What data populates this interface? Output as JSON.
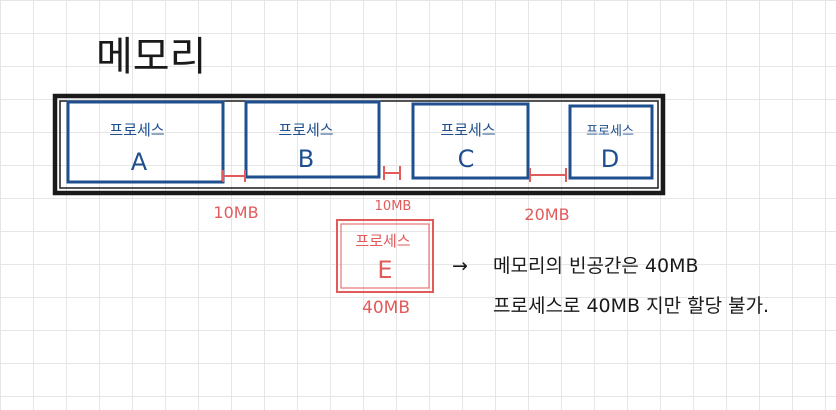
{
  "title": "메모리",
  "processes": [
    {
      "label": "프로세스",
      "name": "A"
    },
    {
      "label": "프로세스",
      "name": "B"
    },
    {
      "label": "프로세스",
      "name": "C"
    },
    {
      "label": "프로세스",
      "name": "D"
    }
  ],
  "gaps": [
    {
      "size": "10MB"
    },
    {
      "size": "10MB"
    },
    {
      "size": "20MB"
    }
  ],
  "new_process": {
    "label": "프로세스",
    "name": "E",
    "size": "40MB"
  },
  "note": {
    "arrow": "→",
    "line1": "메모리의 빈공간은 40MB",
    "line2": "프로세스로 40MB 지만 할당 불가."
  },
  "colors": {
    "memory": "#1a1a1a",
    "process": "#1e4f8f",
    "gap": "#e15b5b",
    "grid": "#e6e6e6"
  }
}
